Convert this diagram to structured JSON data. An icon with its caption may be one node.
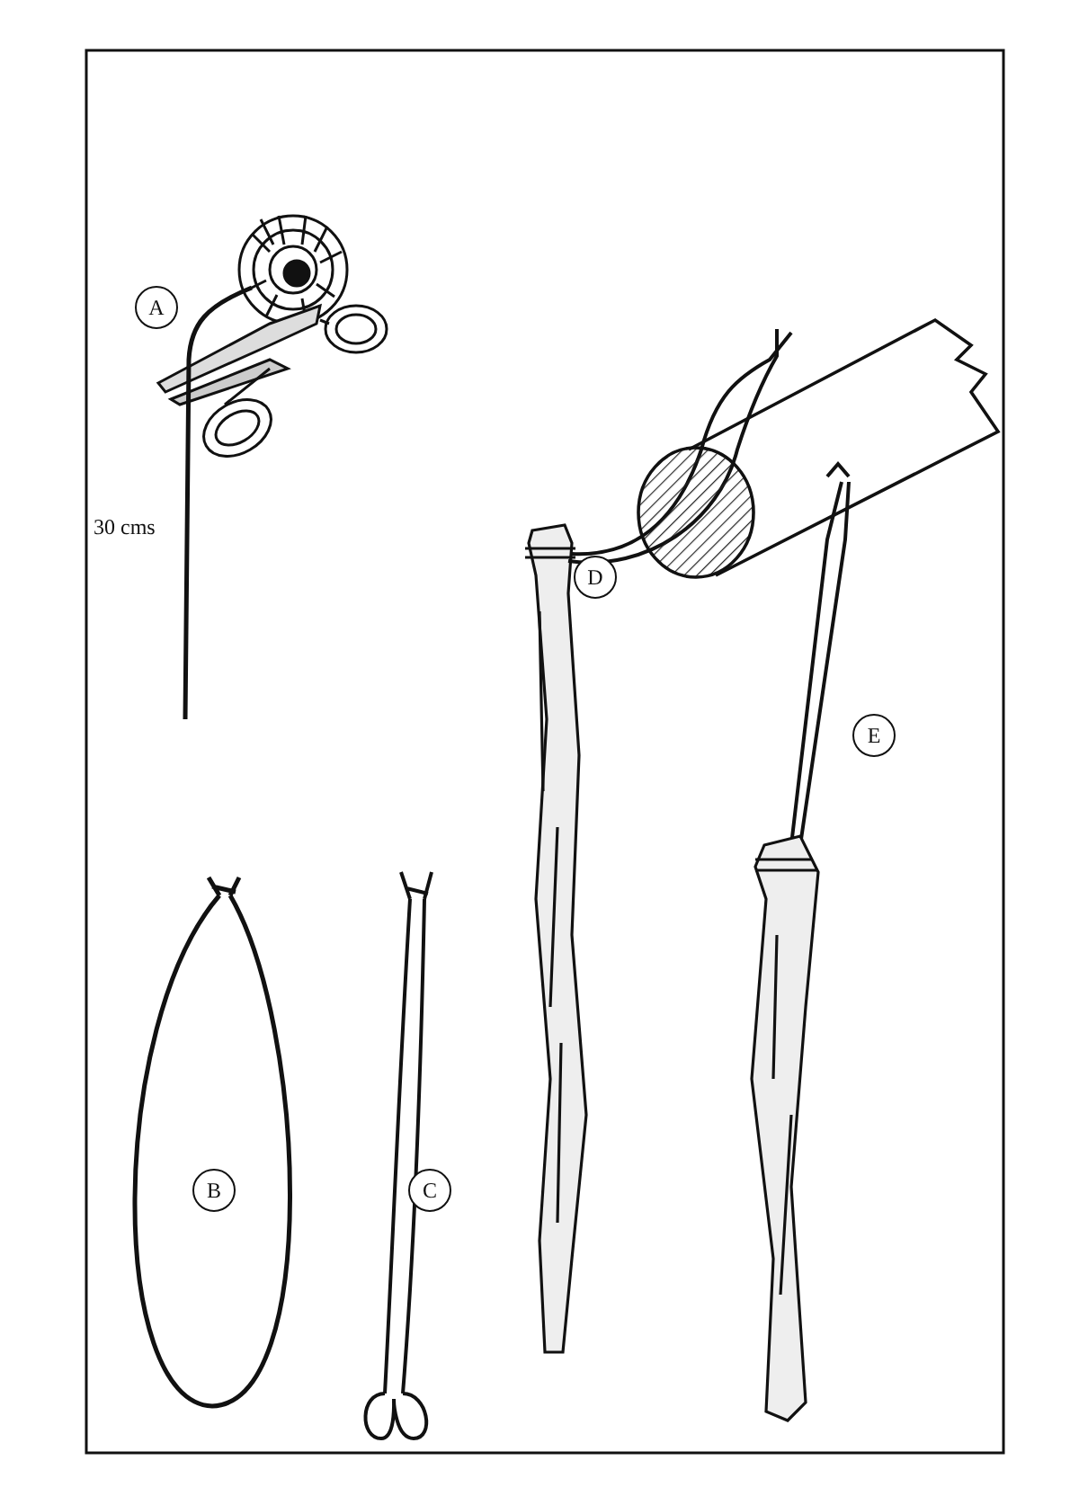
{
  "diagram": {
    "labels": [
      "A",
      "30 cms",
      "D",
      "E",
      "B",
      "C"
    ]
  }
}
